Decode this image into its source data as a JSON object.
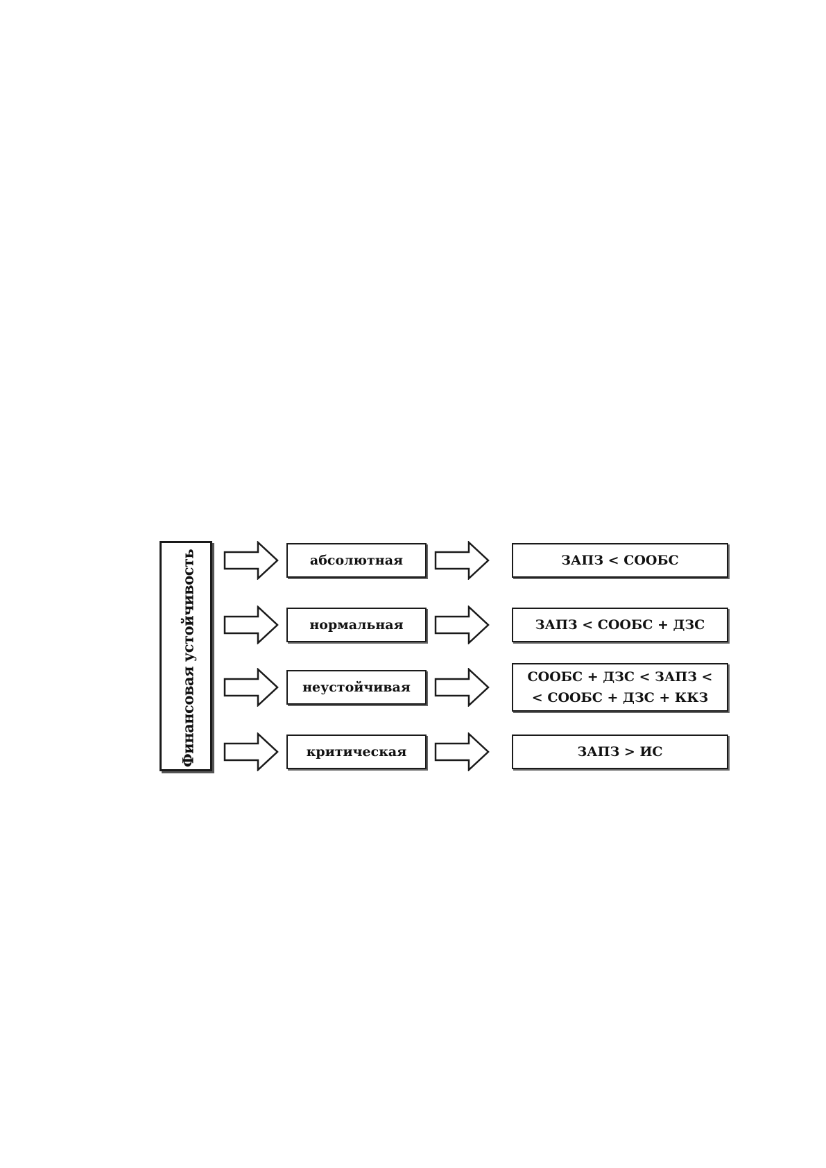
{
  "diagram": {
    "title": "Финансовая устойчивость",
    "rows": [
      {
        "type": "абсолютная",
        "condition": [
          "ЗАПЗ < СООБС"
        ]
      },
      {
        "type": "нормальная",
        "condition": [
          "ЗАПЗ < СООБС + ДЗС"
        ]
      },
      {
        "type": "неустойчивая",
        "condition": [
          "СООБС + ДЗС < ЗАПЗ <",
          "< СООБС + ДЗС + ККЗ"
        ]
      },
      {
        "type": "критическая",
        "condition": [
          "ЗАПЗ > ИС"
        ]
      }
    ]
  }
}
